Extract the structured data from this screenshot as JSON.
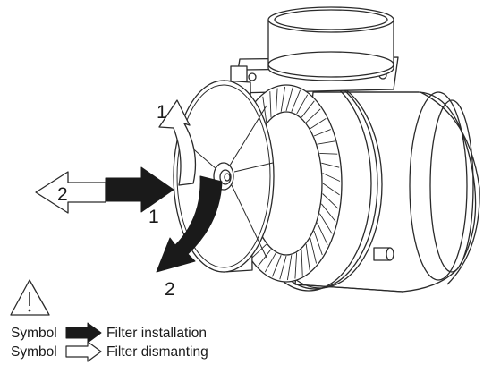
{
  "diagram": {
    "step_labels": {
      "install_rotate": "1",
      "install_push": "1",
      "dismantle_pull": "2",
      "dismantle_rotate": "2"
    }
  },
  "legend": {
    "warning_icon": "warning-triangle-icon",
    "installation": {
      "symbol_label": "Symbol",
      "description": "Filter installation",
      "icon": "filled-arrow-icon",
      "color": "#1a1a1a"
    },
    "dismantling": {
      "symbol_label": "Symbol",
      "description": "Filter dismanting",
      "icon": "outline-arrow-icon",
      "color": "#ffffff"
    }
  },
  "colors": {
    "line": "#2a2a2a",
    "installation_fill": "#1a1a1a",
    "dismantling_fill": "#ffffff",
    "background": "#ffffff"
  }
}
